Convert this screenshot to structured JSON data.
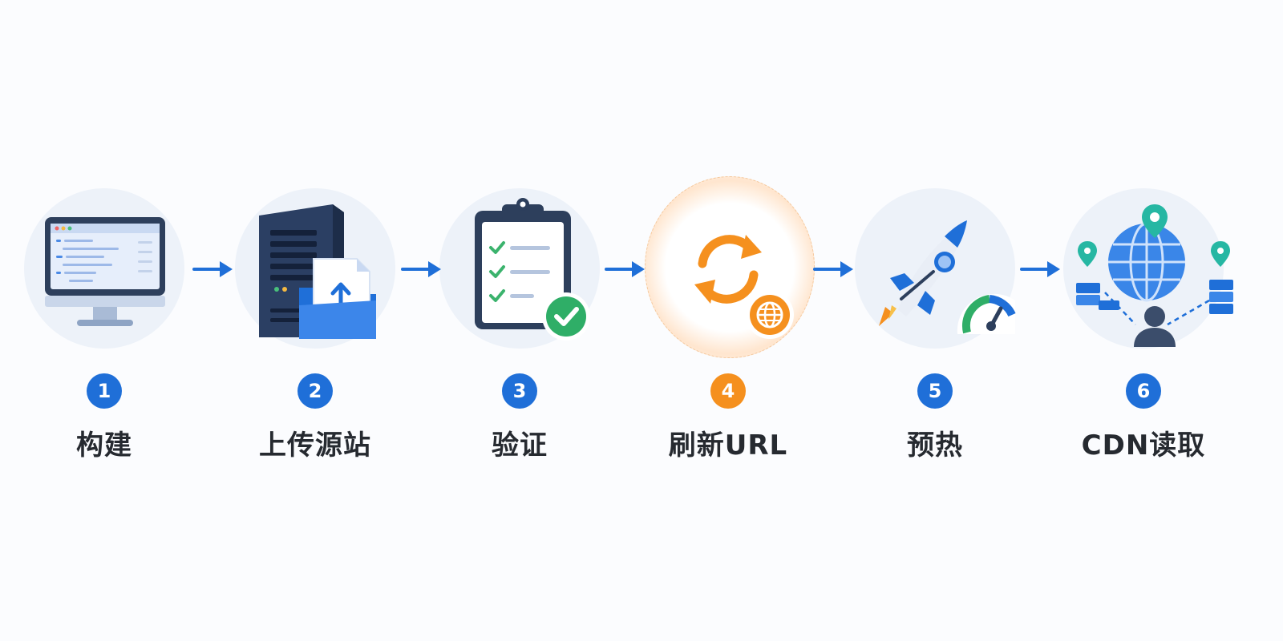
{
  "colors": {
    "blue": "#1f6fd8",
    "orange": "#f5901e",
    "label": "#262a30",
    "circle_bg": "#edf2f9"
  },
  "steps": [
    {
      "number": "1",
      "label": "构建",
      "icon": "monitor-code-icon"
    },
    {
      "number": "2",
      "label": "上传源站",
      "icon": "server-upload-icon"
    },
    {
      "number": "3",
      "label": "验证",
      "icon": "clipboard-check-icon"
    },
    {
      "number": "4",
      "label": "刷新URL",
      "icon": "refresh-globe-icon",
      "highlighted": true
    },
    {
      "number": "5",
      "label": "预热",
      "icon": "rocket-gauge-icon"
    },
    {
      "number": "6",
      "label": "CDN读取",
      "icon": "globe-network-icon"
    }
  ]
}
